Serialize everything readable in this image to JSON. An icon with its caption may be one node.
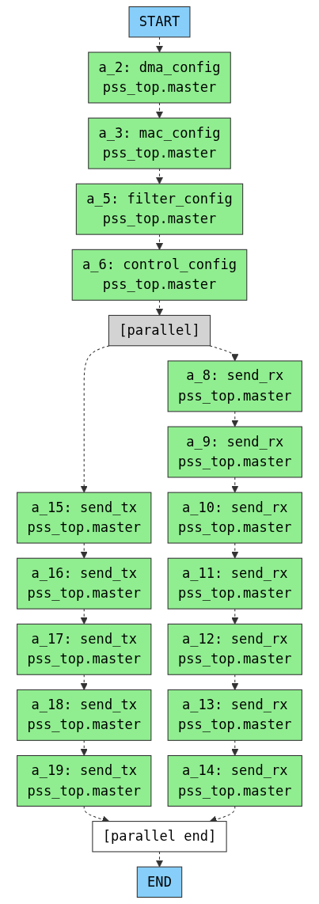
{
  "diagram": {
    "nodes": [
      {
        "text": [
          "START"
        ]
      },
      {
        "text": [
          "a_2: dma_config",
          "pss_top.master"
        ]
      },
      {
        "text": [
          "a_3: mac_config",
          "pss_top.master"
        ]
      },
      {
        "text": [
          "a_5: filter_config",
          "pss_top.master"
        ]
      },
      {
        "text": [
          "a_6: control_config",
          "pss_top.master"
        ]
      },
      {
        "text": [
          "[parallel]"
        ]
      },
      {
        "text": [
          "a_15: send_tx",
          "pss_top.master"
        ]
      },
      {
        "text": [
          "a_16: send_tx",
          "pss_top.master"
        ]
      },
      {
        "text": [
          "a_17: send_tx",
          "pss_top.master"
        ]
      },
      {
        "text": [
          "a_18: send_tx",
          "pss_top.master"
        ]
      },
      {
        "text": [
          "a_19: send_tx",
          "pss_top.master"
        ]
      },
      {
        "text": [
          "a_8: send_rx",
          "pss_top.master"
        ]
      },
      {
        "text": [
          "a_9: send_rx",
          "pss_top.master"
        ]
      },
      {
        "text": [
          "a_10: send_rx",
          "pss_top.master"
        ]
      },
      {
        "text": [
          "a_11: send_rx",
          "pss_top.master"
        ]
      },
      {
        "text": [
          "a_12: send_rx",
          "pss_top.master"
        ]
      },
      {
        "text": [
          "a_13: send_rx",
          "pss_top.master"
        ]
      },
      {
        "text": [
          "a_14: send_rx",
          "pss_top.master"
        ]
      },
      {
        "text": [
          "[parallel end]"
        ]
      },
      {
        "text": [
          "END"
        ]
      }
    ],
    "edges": [
      {
        "from": 0,
        "to": 1,
        "arrow": "to",
        "style": "dashed"
      },
      {
        "from": 1,
        "to": 2,
        "arrow": "to",
        "style": "dashed"
      },
      {
        "from": 2,
        "to": 3,
        "arrow": "to",
        "style": "dashed"
      },
      {
        "from": 3,
        "to": 4,
        "arrow": "to",
        "style": "dashed"
      },
      {
        "from": 4,
        "to": 5,
        "arrow": "to",
        "style": "dashed"
      },
      {
        "from": 5,
        "to": 6,
        "arrow": "to",
        "style": "dashed"
      },
      {
        "from": 5,
        "to": 11,
        "arrow": "to",
        "style": "dashed"
      },
      {
        "from": 6,
        "to": 7,
        "arrow": "to",
        "style": "dashed"
      },
      {
        "from": 7,
        "to": 8,
        "arrow": "to",
        "style": "dashed"
      },
      {
        "from": 8,
        "to": 9,
        "arrow": "to",
        "style": "dashed"
      },
      {
        "from": 9,
        "to": 10,
        "arrow": "to",
        "style": "dashed"
      },
      {
        "from": 11,
        "to": 12,
        "arrow": "to",
        "style": "dashed"
      },
      {
        "from": 12,
        "to": 13,
        "arrow": "to",
        "style": "dashed"
      },
      {
        "from": 13,
        "to": 14,
        "arrow": "to",
        "style": "dashed"
      },
      {
        "from": 14,
        "to": 15,
        "arrow": "to",
        "style": "dashed"
      },
      {
        "from": 15,
        "to": 16,
        "arrow": "to",
        "style": "dashed"
      },
      {
        "from": 16,
        "to": 17,
        "arrow": "to",
        "style": "dashed"
      },
      {
        "from": 10,
        "to": 18,
        "arrow": "to",
        "style": "dashed"
      },
      {
        "from": 17,
        "to": 18,
        "arrow": "to",
        "style": "dashed"
      },
      {
        "from": 18,
        "to": 19,
        "arrow": "to",
        "style": "dashed"
      }
    ]
  }
}
